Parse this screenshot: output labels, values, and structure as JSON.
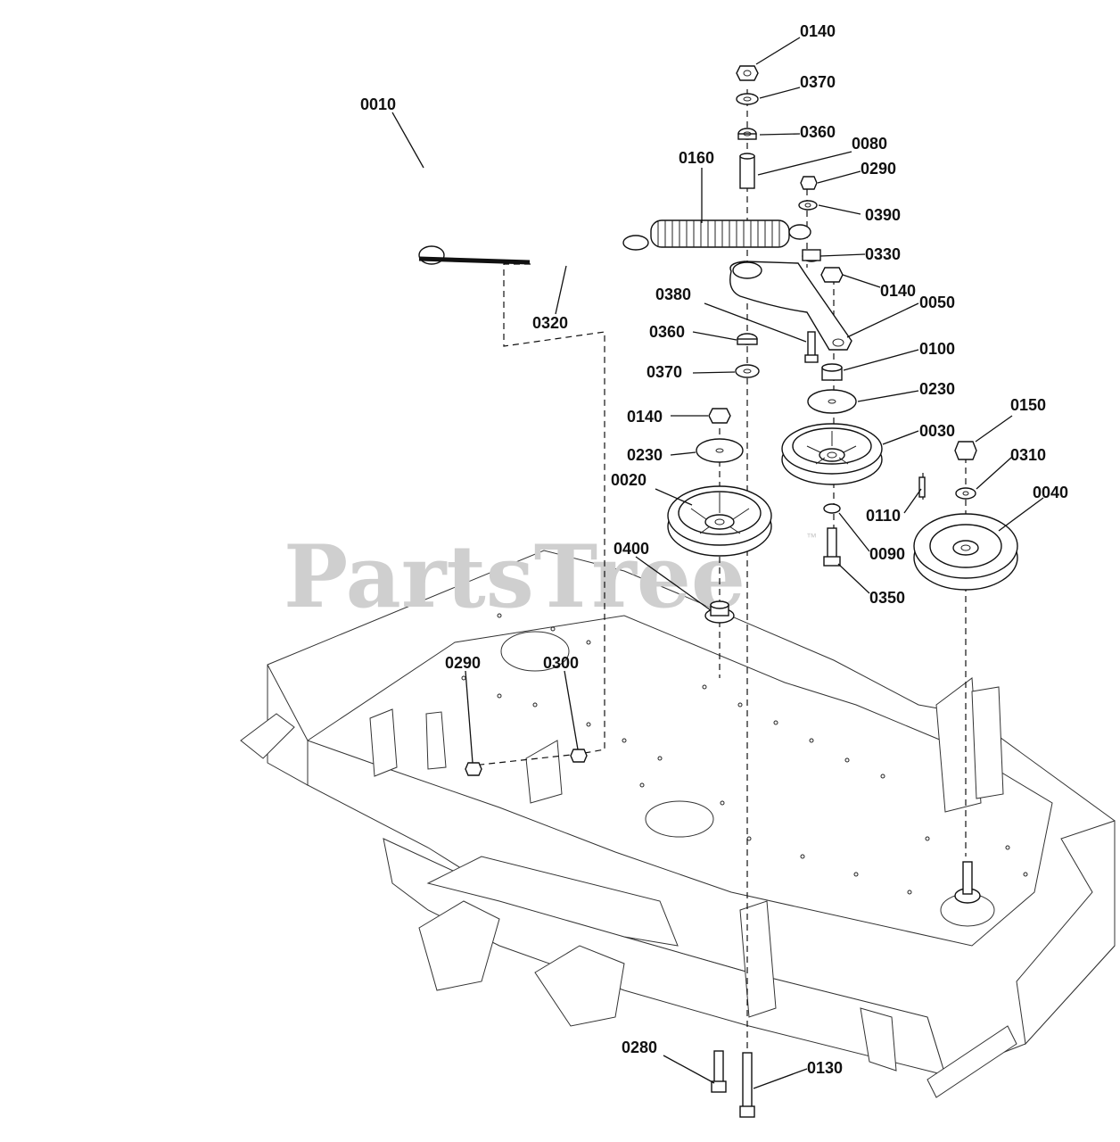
{
  "watermark": {
    "text": "PartsTree",
    "trademark": "™"
  },
  "callouts": [
    {
      "id": "c0010",
      "label": "0010"
    },
    {
      "id": "c0140a",
      "label": "0140"
    },
    {
      "id": "c0370a",
      "label": "0370"
    },
    {
      "id": "c0360a",
      "label": "0360"
    },
    {
      "id": "c0080",
      "label": "0080"
    },
    {
      "id": "c0160",
      "label": "0160"
    },
    {
      "id": "c0290a",
      "label": "0290"
    },
    {
      "id": "c0390",
      "label": "0390"
    },
    {
      "id": "c0330",
      "label": "0330"
    },
    {
      "id": "c0140b",
      "label": "0140"
    },
    {
      "id": "c0320",
      "label": "0320"
    },
    {
      "id": "c0380",
      "label": "0380"
    },
    {
      "id": "c0050",
      "label": "0050"
    },
    {
      "id": "c0360b",
      "label": "0360"
    },
    {
      "id": "c0100",
      "label": "0100"
    },
    {
      "id": "c0370b",
      "label": "0370"
    },
    {
      "id": "c0230a",
      "label": "0230"
    },
    {
      "id": "c0140c",
      "label": "0140"
    },
    {
      "id": "c0150",
      "label": "0150"
    },
    {
      "id": "c0030",
      "label": "0030"
    },
    {
      "id": "c0230b",
      "label": "0230"
    },
    {
      "id": "c0310",
      "label": "0310"
    },
    {
      "id": "c0020",
      "label": "0020"
    },
    {
      "id": "c0040",
      "label": "0040"
    },
    {
      "id": "c0110",
      "label": "0110"
    },
    {
      "id": "c0090",
      "label": "0090"
    },
    {
      "id": "c0400",
      "label": "0400"
    },
    {
      "id": "c0350",
      "label": "0350"
    },
    {
      "id": "c0290b",
      "label": "0290"
    },
    {
      "id": "c0300",
      "label": "0300"
    },
    {
      "id": "c0280",
      "label": "0280"
    },
    {
      "id": "c0130",
      "label": "0130"
    }
  ]
}
